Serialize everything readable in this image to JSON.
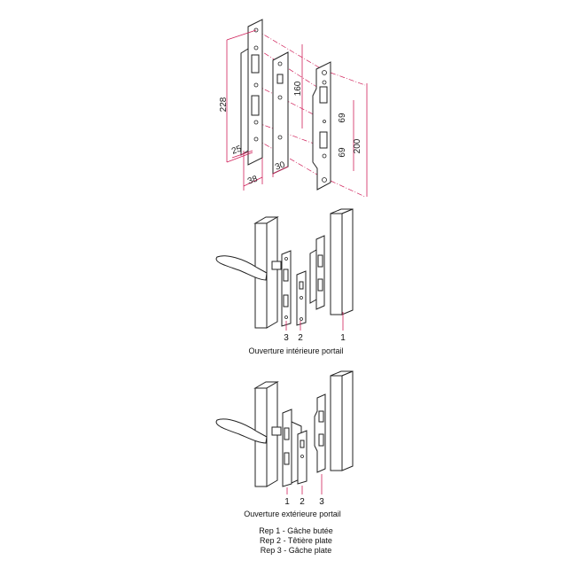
{
  "dimensions": {
    "d228": "228",
    "d160": "160",
    "d69a": "69",
    "d69b": "69",
    "d200": "200",
    "d25": "25",
    "d30": "30",
    "d38": "38"
  },
  "interior": {
    "labels": [
      "3",
      "2",
      "1"
    ],
    "caption": "Ouverture intérieure portail"
  },
  "exterior": {
    "labels": [
      "1",
      "2",
      "3"
    ],
    "caption": "Ouverture extérieure portail"
  },
  "legend": [
    "Rep 1 - Gâche butée",
    "Rep 2 - Têtière plate",
    "Rep 3 - Gâche plate"
  ],
  "colors": {
    "dimension": "#d0205a"
  }
}
